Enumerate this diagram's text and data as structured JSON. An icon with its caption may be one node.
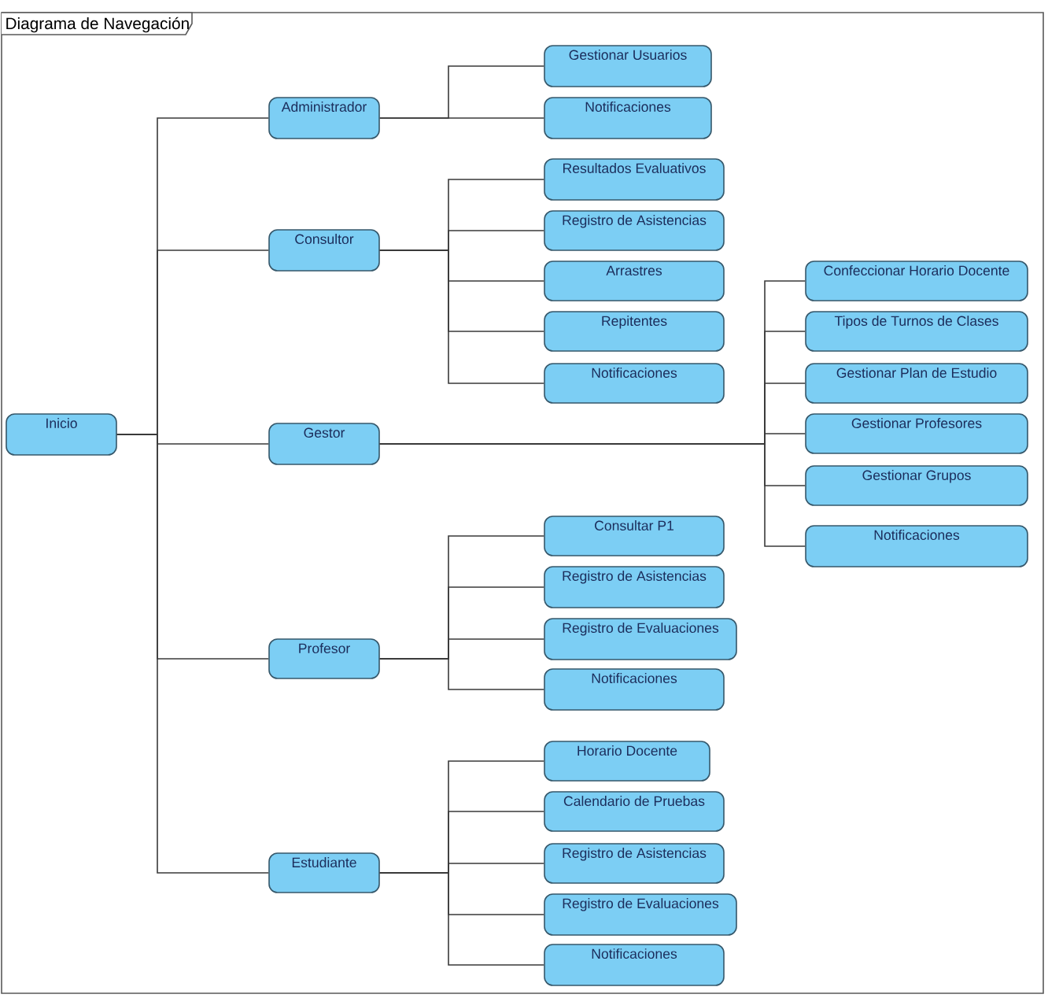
{
  "diagram": {
    "title": "Diagrama de Navegación",
    "nodes": [
      {
        "text": [
          "Inicio"
        ]
      },
      {
        "text": [
          "Administrador"
        ]
      },
      {
        "text": [
          "Gestionar Usuarios"
        ]
      },
      {
        "text": [
          "Notificaciones"
        ]
      },
      {
        "text": [
          "Consultor"
        ]
      },
      {
        "text": [
          "Resultados Evaluativos"
        ]
      },
      {
        "text": [
          "Registro de Asistencias"
        ]
      },
      {
        "text": [
          "Arrastres"
        ]
      },
      {
        "text": [
          "Repitentes"
        ]
      },
      {
        "text": [
          "Notificaciones"
        ]
      },
      {
        "text": [
          "Gestor"
        ]
      },
      {
        "text": [
          "Confeccionar Horario Docente"
        ]
      },
      {
        "text": [
          "Tipos de Turnos de Clases"
        ]
      },
      {
        "text": [
          "Gestionar Plan de Estudio"
        ]
      },
      {
        "text": [
          "Gestionar Profesores"
        ]
      },
      {
        "text": [
          "Gestionar Grupos"
        ]
      },
      {
        "text": [
          "Notificaciones"
        ]
      },
      {
        "text": [
          "Profesor"
        ]
      },
      {
        "text": [
          "Consultar P1"
        ]
      },
      {
        "text": [
          "Registro de Asistencias"
        ]
      },
      {
        "text": [
          "Registro de Evaluaciones"
        ]
      },
      {
        "text": [
          "Notificaciones"
        ]
      },
      {
        "text": [
          "Estudiante"
        ]
      },
      {
        "text": [
          "Horario Docente"
        ]
      },
      {
        "text": [
          "Calendario de Pruebas"
        ]
      },
      {
        "text": [
          "Registro de Asistencias"
        ]
      },
      {
        "text": [
          "Registro de Evaluaciones"
        ]
      },
      {
        "text": [
          "Notificaciones"
        ]
      }
    ],
    "edges": [
      {
        "from": 0,
        "to": 1,
        "arrow": "none"
      },
      {
        "from": 1,
        "to": 2,
        "arrow": "none"
      },
      {
        "from": 1,
        "to": 3,
        "arrow": "none"
      },
      {
        "from": 0,
        "to": 4,
        "arrow": "none"
      },
      {
        "from": 4,
        "to": 5,
        "arrow": "none"
      },
      {
        "from": 4,
        "to": 6,
        "arrow": "none"
      },
      {
        "from": 4,
        "to": 7,
        "arrow": "none"
      },
      {
        "from": 4,
        "to": 8,
        "arrow": "none"
      },
      {
        "from": 4,
        "to": 9,
        "arrow": "none"
      },
      {
        "from": 0,
        "to": 10,
        "arrow": "none"
      },
      {
        "from": 10,
        "to": 11,
        "arrow": "none"
      },
      {
        "from": 10,
        "to": 12,
        "arrow": "none"
      },
      {
        "from": 10,
        "to": 13,
        "arrow": "none"
      },
      {
        "from": 10,
        "to": 14,
        "arrow": "none"
      },
      {
        "from": 10,
        "to": 15,
        "arrow": "none"
      },
      {
        "from": 10,
        "to": 16,
        "arrow": "none"
      },
      {
        "from": 0,
        "to": 17,
        "arrow": "none"
      },
      {
        "from": 17,
        "to": 18,
        "arrow": "none"
      },
      {
        "from": 17,
        "to": 19,
        "arrow": "none"
      },
      {
        "from": 17,
        "to": 20,
        "arrow": "none"
      },
      {
        "from": 17,
        "to": 21,
        "arrow": "none"
      },
      {
        "from": 0,
        "to": 22,
        "arrow": "none"
      },
      {
        "from": 22,
        "to": 23,
        "arrow": "none"
      },
      {
        "from": 22,
        "to": 24,
        "arrow": "none"
      },
      {
        "from": 22,
        "to": 25,
        "arrow": "none"
      },
      {
        "from": 22,
        "to": 26,
        "arrow": "none"
      },
      {
        "from": 22,
        "to": 27,
        "arrow": "none"
      }
    ]
  }
}
